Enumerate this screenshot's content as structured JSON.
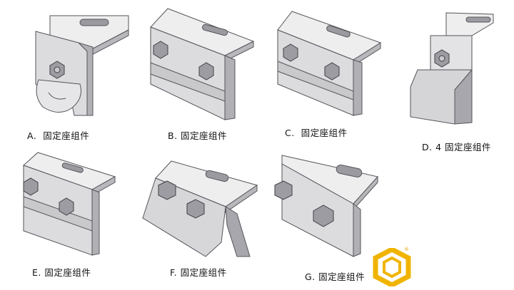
{
  "captions": {
    "a": "A.  固定座组件",
    "b": "B. 固定座组件",
    "c": "C.  固定座组件",
    "d": "D. 4 固定座组件",
    "e": "E. 固定座组件",
    "f": "F. 固定座组件",
    "g": "G. 固定座组件"
  },
  "logo": {
    "mark": "®",
    "color": "#f0b400"
  },
  "colors": {
    "metal_light": "#eeeeef",
    "metal_mid": "#c9c9cc",
    "metal_dark": "#8e8e94",
    "outline": "#55555a"
  }
}
